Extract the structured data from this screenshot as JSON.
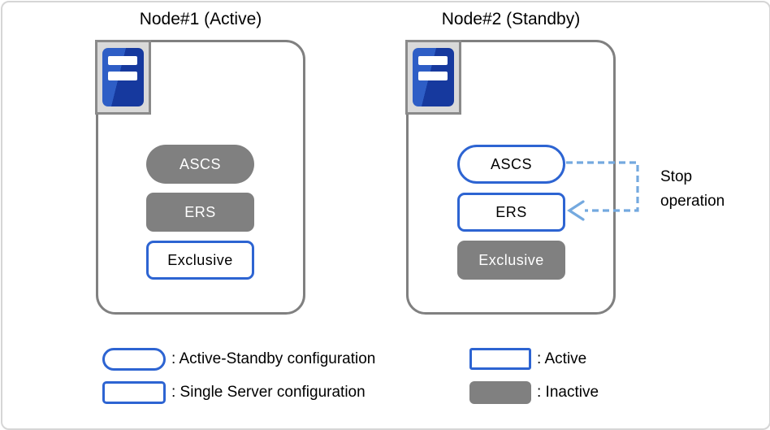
{
  "nodes": [
    {
      "title": "Node#1 (Active)",
      "blocks": [
        {
          "label": "ASCS",
          "shape": "stadium",
          "state": "inactive"
        },
        {
          "label": "ERS",
          "shape": "rect",
          "state": "inactive"
        },
        {
          "label": "Exclusive",
          "shape": "rect",
          "state": "active"
        }
      ]
    },
    {
      "title": "Node#2 (Standby)",
      "blocks": [
        {
          "label": "ASCS",
          "shape": "stadium",
          "state": "active"
        },
        {
          "label": "ERS",
          "shape": "rect",
          "state": "active"
        },
        {
          "label": "Exclusive",
          "shape": "rect",
          "state": "inactive"
        }
      ]
    }
  ],
  "annotation": {
    "label": "Stop operation"
  },
  "legend": {
    "items": [
      {
        "swatch": "stadium-outline",
        "label": ": Active-Standby configuration"
      },
      {
        "swatch": "rect-outline",
        "label": ": Single Server configuration"
      },
      {
        "swatch": "rect-outline",
        "label": ": Active"
      },
      {
        "swatch": "rect-gray",
        "label": ": Inactive"
      }
    ]
  },
  "colors": {
    "active_border": "#2d64d2",
    "inactive_fill": "#808080",
    "node_border": "#808080",
    "arrow": "#74a9df",
    "icon_blue_light": "#2e5ec6",
    "icon_blue_dark": "#16399e",
    "outer_border": "#d6d6d6"
  }
}
